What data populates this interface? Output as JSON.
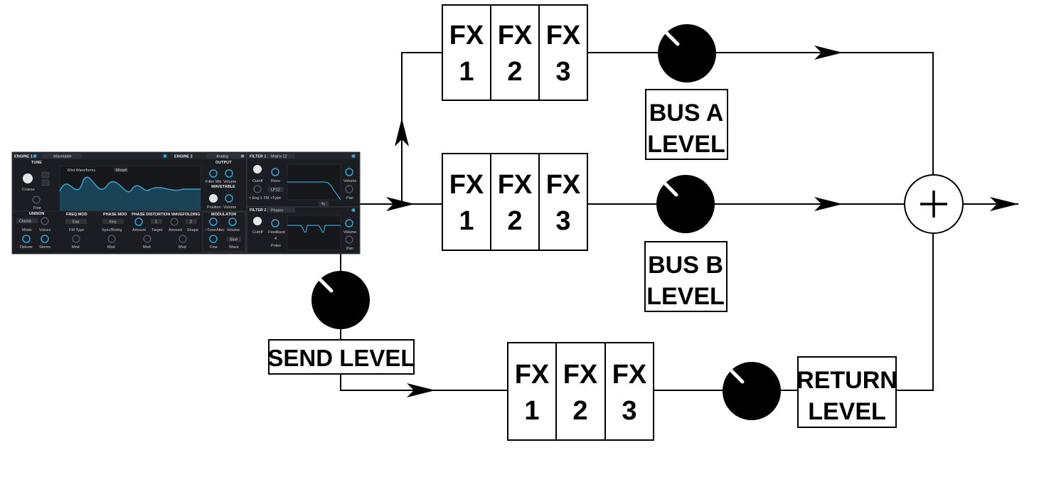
{
  "diagram": {
    "fx_label": "FX",
    "fx_numbers": [
      "1",
      "2",
      "3"
    ],
    "bus_a_label": [
      "BUS A",
      "LEVEL"
    ],
    "bus_b_label": [
      "BUS B",
      "LEVEL"
    ],
    "send_label": "SEND LEVEL",
    "return_label": [
      "RETURN",
      "LEVEL"
    ],
    "sum_symbol": "+"
  },
  "synth": {
    "engine1": "ENGINE 1",
    "engine1_type": "Wavetable",
    "engine2": "ENGINE 2",
    "engine2_type": "Analog",
    "tune": "TUNE",
    "coarse": "Coarse",
    "fine": "Fine",
    "unison": "UNISON",
    "unison_mode": "Classic",
    "mode": "Mode",
    "voices": "Voices",
    "detune": "Detune",
    "stereo": "Stereo",
    "wavetable_name": "Mini Waveforms",
    "morph": "Morph",
    "freq_mod": "FREQ MOD",
    "freq_mod_val": "Exp",
    "fm_type": "FM Type",
    "phase_mod": "PHASE MOD",
    "phase_mod_val": "Key",
    "sync_retrig": "Sync/Retrig",
    "phase_distortion": "PHASE DISTORTION",
    "pd_amount": "Amount",
    "pd_target": "Target",
    "pd_target_val": "1",
    "wavefolding": "WAVEFOLDING",
    "wf_amount": "Amount",
    "wf_shape": "Shape",
    "wf_shape_val": "2",
    "mod": "Mod",
    "output": "OUTPUT",
    "filter_mix": "Filter Mix",
    "volume": "Volume",
    "wavetable": "WAVETABLE",
    "position": "Position",
    "modulator": "MODULATOR",
    "tune_label": "~Tune",
    "alter": "Alter",
    "sine": "Sine",
    "fine2": "Fine",
    "wave": "Wave",
    "filter1": "FILTER 1",
    "filter1_type": "Matrix 12",
    "cutoff": "Cutoff",
    "reso": "Reso",
    "lp12": "LP12",
    "eng_fm": "< Eng 1 FM >",
    "type": "Type",
    "pan": "Pan",
    "filter2": "FILTER 2",
    "filter2_type": "Phaser",
    "feedback": "Feedback",
    "poles_val": "4",
    "poles": "Poles",
    "link_symbol": "%"
  },
  "colors": {
    "line": "#000000",
    "knob": "#000000",
    "synth_bg": "#1b1d22",
    "synth_accent": "#2aa7d6"
  }
}
